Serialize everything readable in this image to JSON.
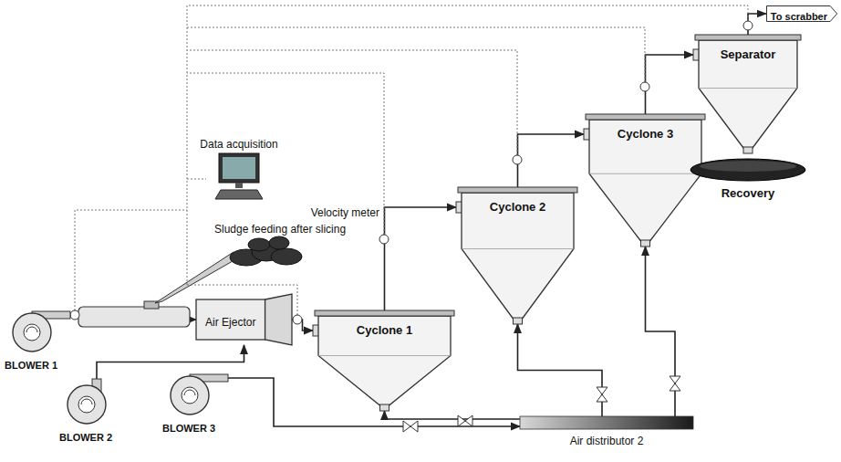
{
  "diagram": {
    "nodes": [
      {
        "text": [
          "BLOWER 1"
        ]
      },
      {
        "text": [
          "BLOWER 2"
        ]
      },
      {
        "text": [
          "BLOWER 3"
        ]
      },
      {
        "text": [
          "Air Ejector"
        ]
      },
      {
        "text": [
          "Cyclone 1"
        ]
      },
      {
        "text": [
          "Cyclone 2"
        ]
      },
      {
        "text": [
          "Cyclone 3"
        ]
      },
      {
        "text": [
          "Separator"
        ]
      },
      {
        "text": [
          "To scrabber"
        ]
      },
      {
        "text": [
          "Data acquisition"
        ]
      },
      {
        "text": [
          "Recovery"
        ]
      },
      {
        "text": [
          "Air distributor 2"
        ]
      }
    ],
    "edges": [
      {
        "from": 0,
        "to": 3,
        "arrow": "to"
      },
      {
        "from": 1,
        "to": 3,
        "arrow": "to"
      },
      {
        "from": 2,
        "to": 11,
        "arrow": "to"
      },
      {
        "from": 3,
        "to": 4,
        "arrow": "to"
      },
      {
        "from": 4,
        "to": 5,
        "arrow": "to"
      },
      {
        "from": 5,
        "to": 6,
        "arrow": "to"
      },
      {
        "from": 6,
        "to": 7,
        "arrow": "to"
      },
      {
        "from": 7,
        "to": 8,
        "arrow": "to"
      },
      {
        "from": 11,
        "to": 4,
        "arrow": "to"
      },
      {
        "from": 11,
        "to": 5,
        "arrow": "to"
      },
      {
        "from": 11,
        "to": 6,
        "arrow": "to"
      }
    ],
    "labels": [
      "Sludge feeding after slicing",
      "Velocity meter"
    ]
  }
}
